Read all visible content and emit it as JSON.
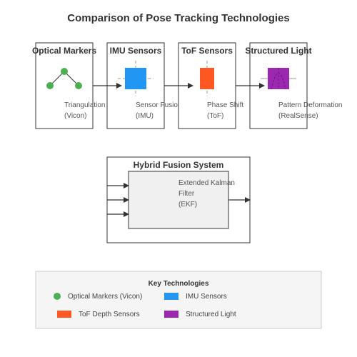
{
  "title": "Comparison of Pose Tracking Technologies",
  "technologies": [
    {
      "name": "Optical Markers",
      "method": "Triangulation",
      "example": "(Vicon)"
    },
    {
      "name": "IMU Sensors",
      "method": "Sensor Fusion",
      "example": "(IMU)"
    },
    {
      "name": "ToF Sensors",
      "method": "Phase Shift",
      "example": "(ToF)"
    },
    {
      "name": "Structured Light",
      "method": "Pattern Deformation",
      "example": "(RealSense)"
    }
  ],
  "fusion": {
    "title": "Hybrid Fusion System",
    "filter_lines": [
      "Extended Kalman",
      "Filter",
      "(EKF)"
    ]
  },
  "legend": {
    "title": "Key Technologies",
    "items": [
      {
        "label": "Optical Markers (Vicon)",
        "color": "#4CAF50",
        "shape": "circle"
      },
      {
        "label": "IMU Sensors",
        "color": "#2196F3",
        "shape": "rect"
      },
      {
        "label": "ToF Depth Sensors",
        "color": "#FF5722",
        "shape": "rect"
      },
      {
        "label": "Structured Light",
        "color": "#9C27B0",
        "shape": "rect"
      }
    ]
  },
  "colors": {
    "optical": "#4CAF50",
    "imu": "#2196F3",
    "tof": "#FF5722",
    "structured": "#9C27B0",
    "stroke": "#333333",
    "fusion_fill": "#f0f0f0",
    "legend_fill": "#f5f5f5"
  }
}
